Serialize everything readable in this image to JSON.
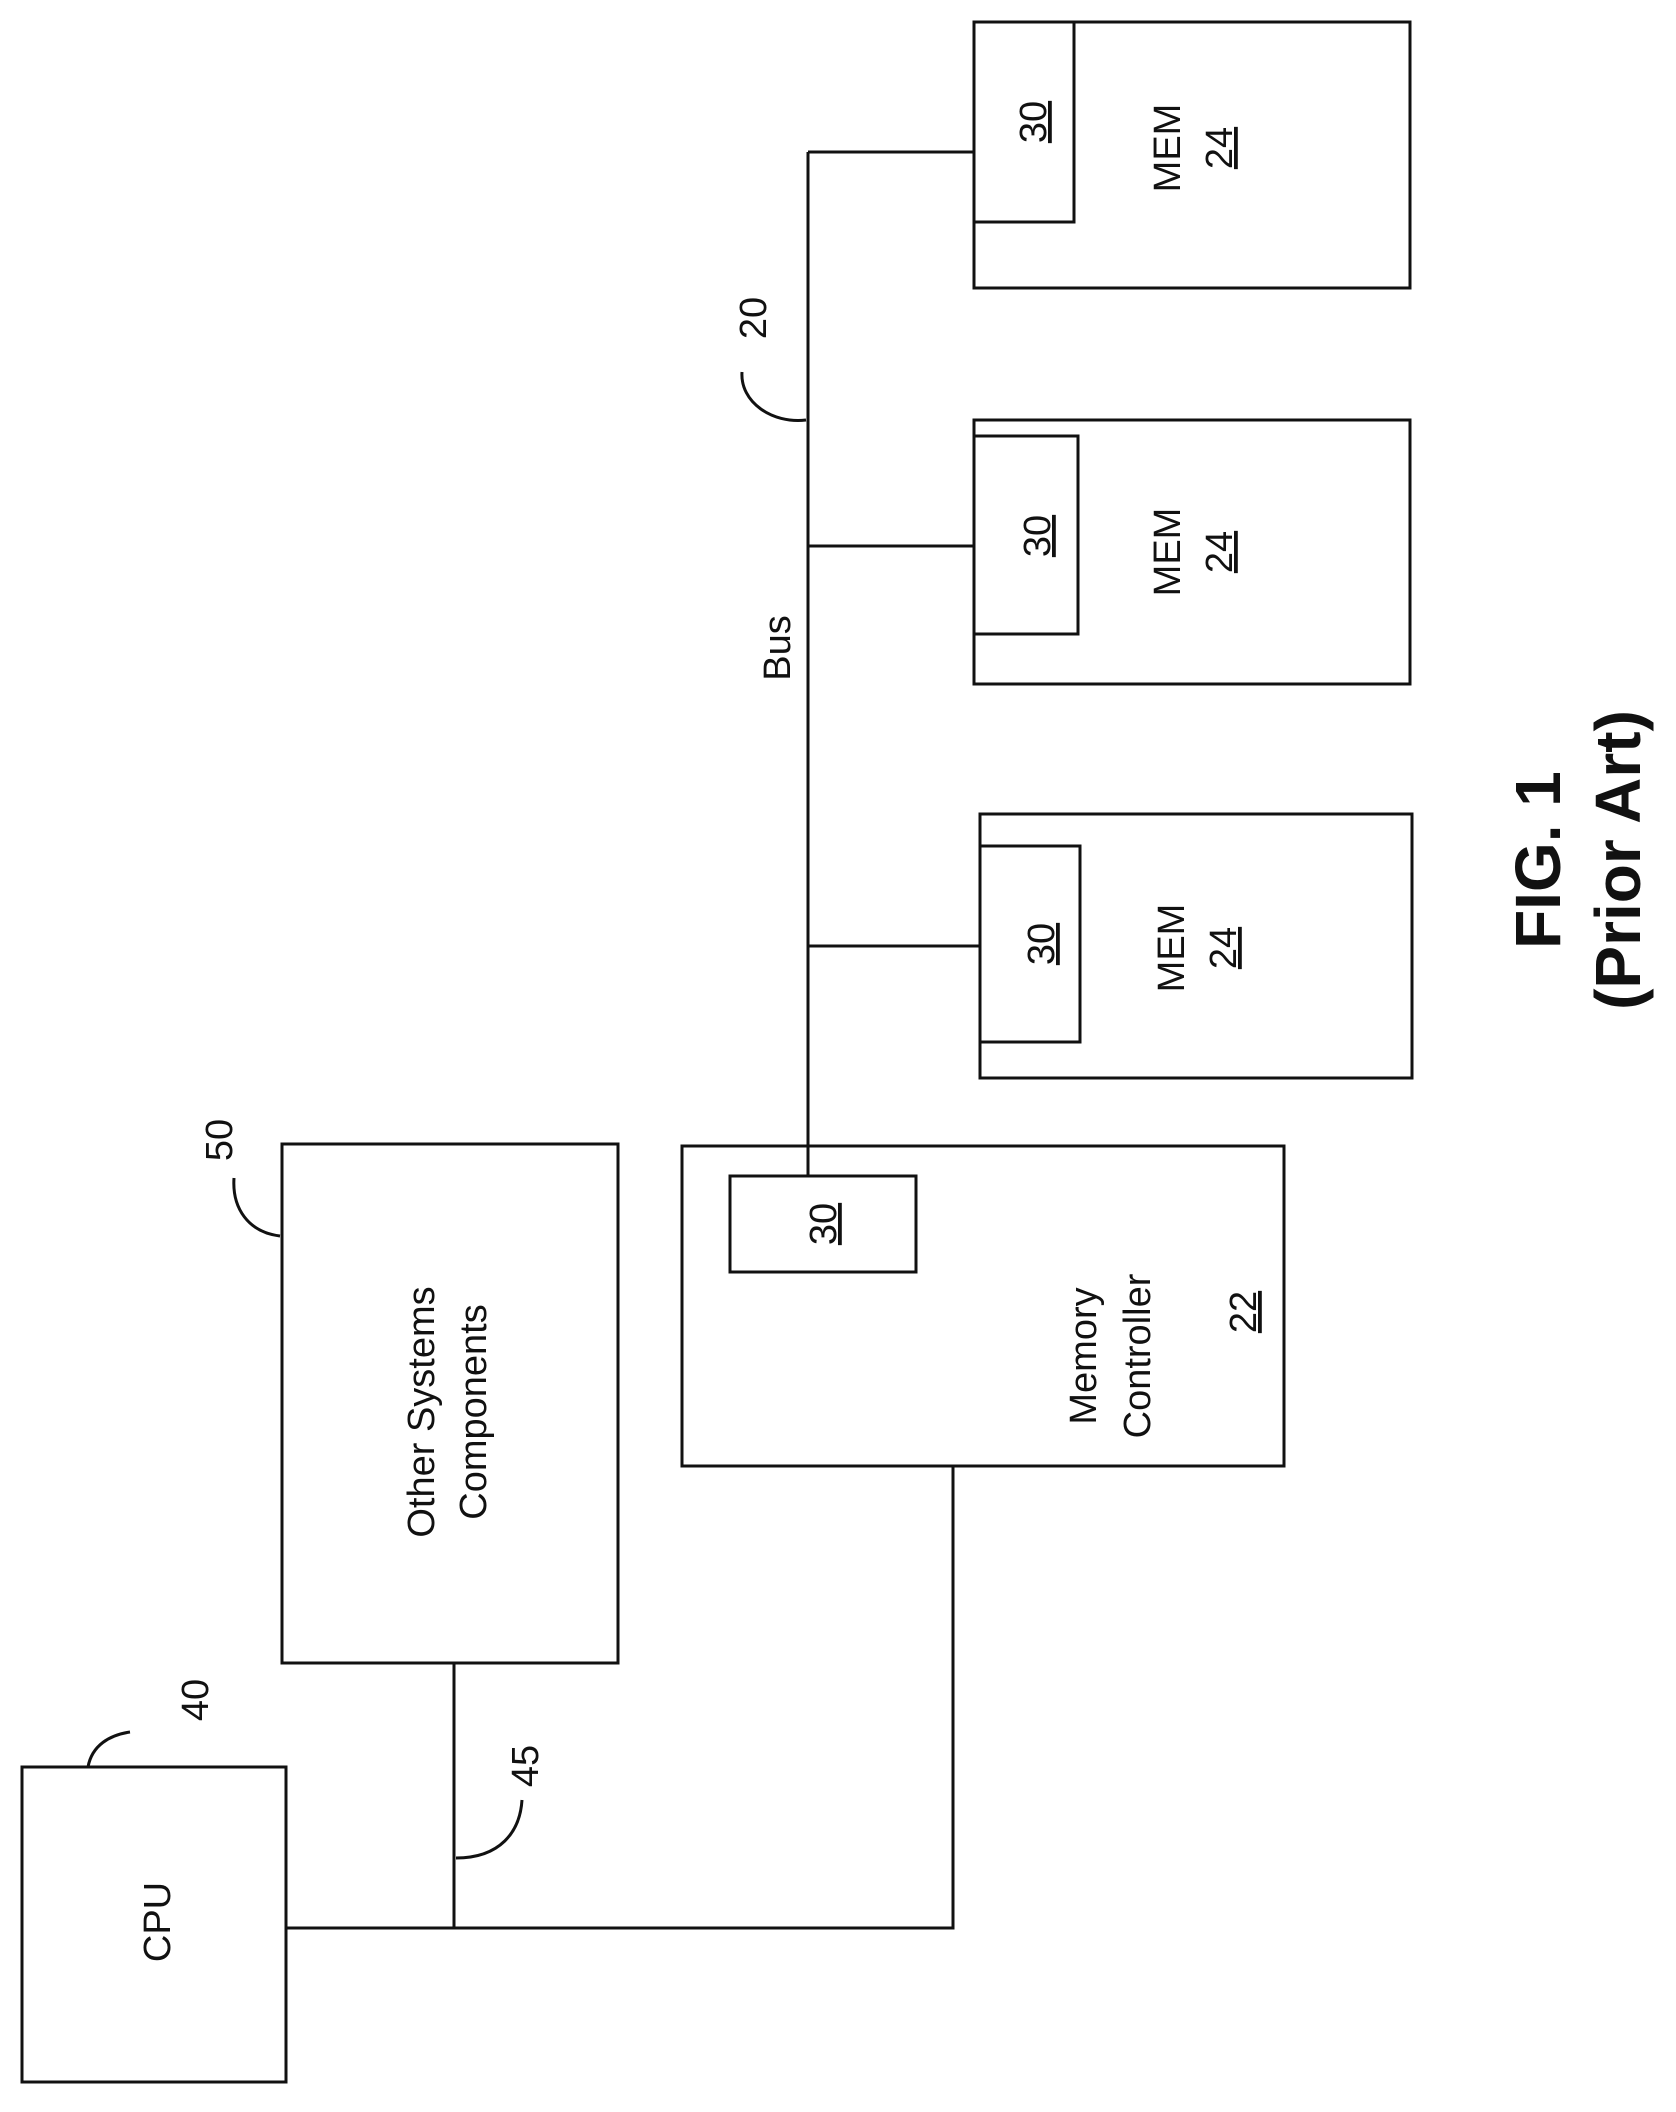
{
  "cpu": {
    "label": "CPU",
    "ref": "40"
  },
  "connection": {
    "ref": "45"
  },
  "other_components": {
    "line1": "Other Systems",
    "line2": "Components",
    "ref": "50"
  },
  "memory_controller": {
    "line1": "Memory",
    "line2": "Controller",
    "ref": "22",
    "sub_ref": "30"
  },
  "bus": {
    "label": "Bus",
    "ref": "20"
  },
  "memory_modules": [
    {
      "label": "MEM",
      "ref": "24",
      "sub_ref": "30"
    },
    {
      "label": "MEM",
      "ref": "24",
      "sub_ref": "30"
    },
    {
      "label": "MEM",
      "ref": "24",
      "sub_ref": "30"
    }
  ],
  "figure": {
    "title": "FIG. 1",
    "subtitle": "(Prior Art)"
  }
}
